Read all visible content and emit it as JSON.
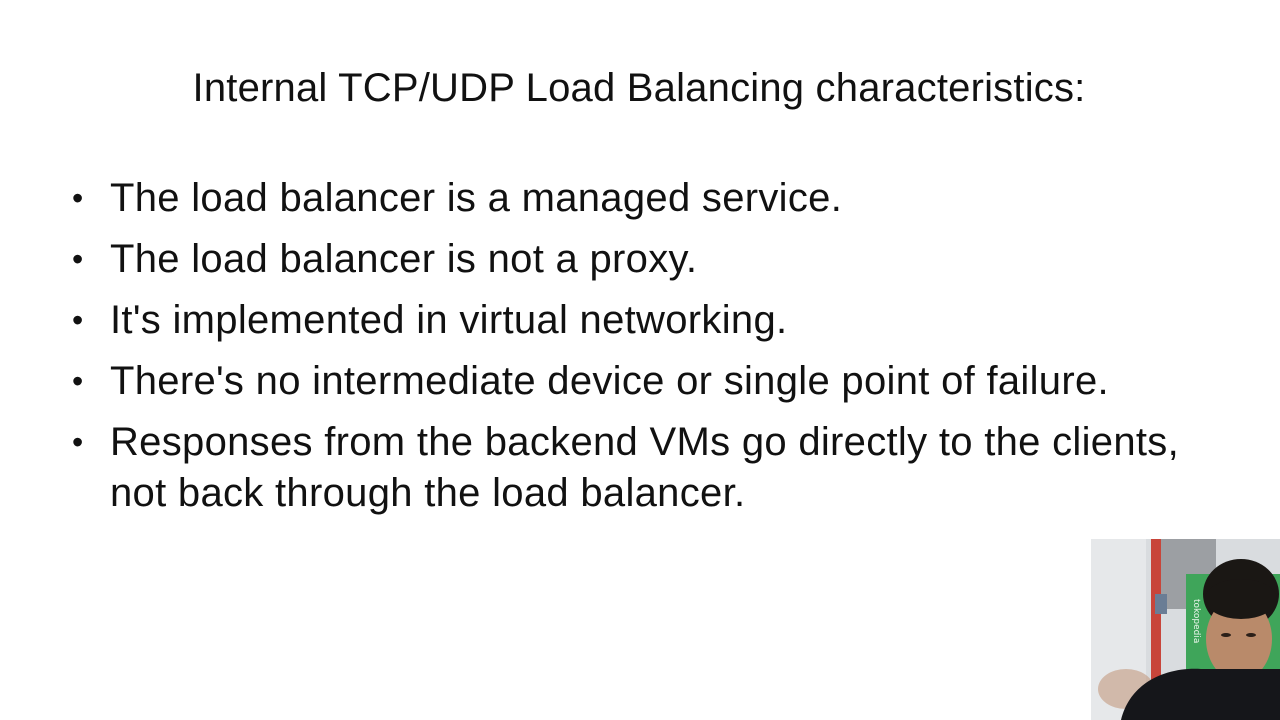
{
  "slide": {
    "title": "Internal TCP/UDP Load Balancing characteristics:",
    "bullet_glyph": "•",
    "bullets": [
      "The load balancer is a managed service.",
      "The load balancer is not a proxy.",
      "It's implemented in virtual networking.",
      "There's no intermediate device or single point of failure.",
      "Responses from the backend VMs go directly to the clients, not back through the load balancer."
    ]
  },
  "webcam": {
    "poster_text": "tokopedia",
    "colors": {
      "wall": "#d9dcdf",
      "red_panel": "#c8453a",
      "green_poster": "#3fa55a",
      "shirt": "#15161a",
      "skin": "#b98a6a",
      "hair": "#1a1714"
    }
  }
}
